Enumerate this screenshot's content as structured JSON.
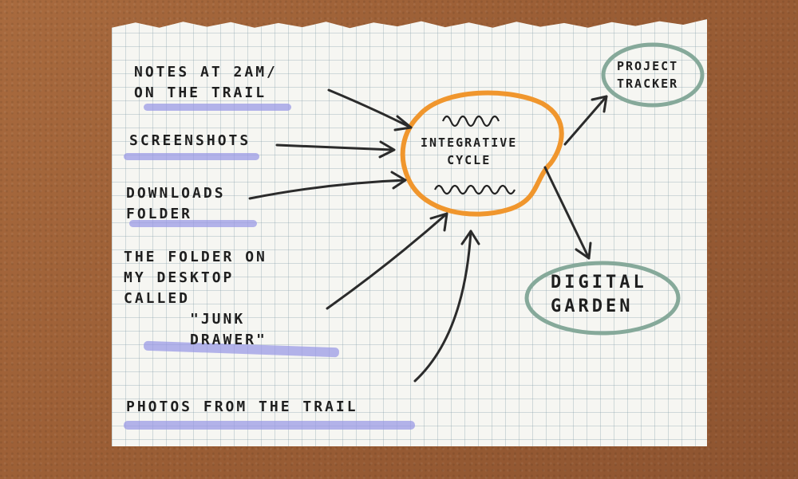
{
  "colors": {
    "cork": "#9b5e35",
    "paper": "#f6f6f2",
    "grid": "#87a0aa",
    "ink": "#1f1f1f",
    "highlight": "#9696e6",
    "orange": "#f0962d",
    "green": "#86a99a"
  },
  "sources": {
    "notes": "NOTES AT 2AM/\nON THE TRAIL",
    "screenshots": "SCREENSHOTS",
    "downloads": "DOWNLOADS\nFOLDER",
    "junk_drawer_intro": "THE FOLDER ON\nMY DESKTOP\nCALLED",
    "junk_drawer_name": "\"JUNK\nDRAWER\"",
    "photos": "PHOTOS FROM THE TRAIL"
  },
  "center": {
    "label": "INTEGRATIVE\nCYCLE"
  },
  "outputs": {
    "project_tracker": "PROJECT\nTRACKER",
    "digital_garden": "DIGITAL\nGARDEN"
  }
}
